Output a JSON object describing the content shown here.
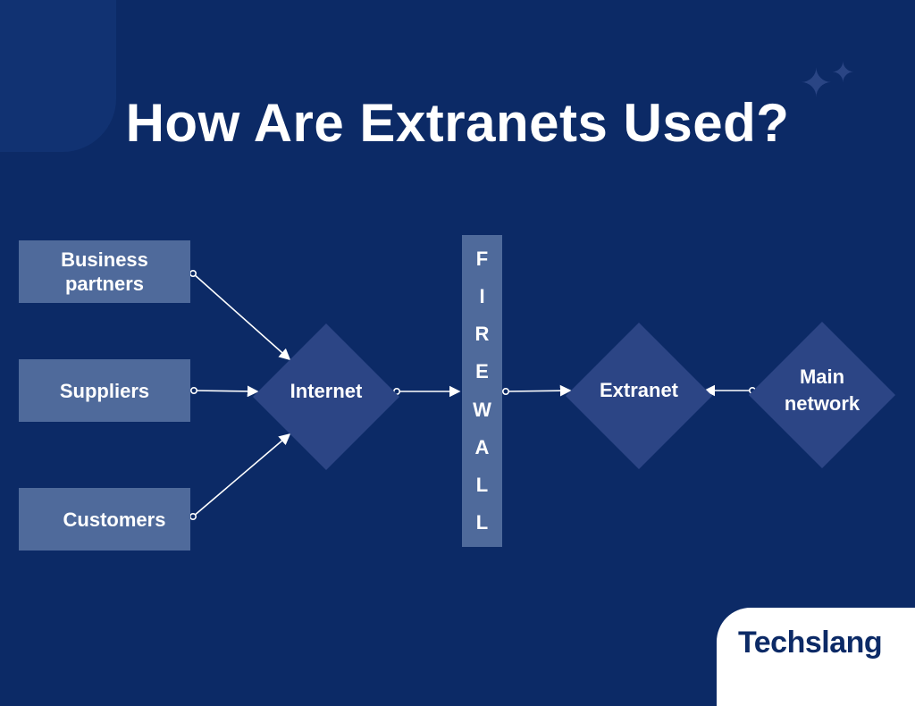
{
  "title": "How Are Extranets Used?",
  "nodes": {
    "business_partners": "Business partners",
    "suppliers": "Suppliers",
    "customers": "Customers",
    "internet": "Internet",
    "extranet": "Extranet",
    "main_network": "Main network"
  },
  "firewall_letters": [
    "F",
    "I",
    "R",
    "E",
    "W",
    "A",
    "L",
    "L"
  ],
  "logo": {
    "text": "Techslang"
  },
  "colors": {
    "background": "#0c2a66",
    "rect_fill": "#4f6a9b",
    "diamond_fill": "#2c4585",
    "text": "#ffffff"
  }
}
